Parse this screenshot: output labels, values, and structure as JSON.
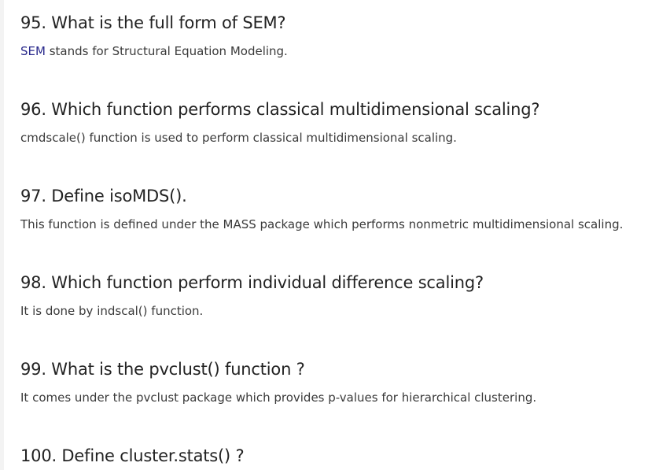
{
  "faq": [
    {
      "question": "95. What is the full form of SEM?",
      "answer_link": "SEM",
      "answer": " stands for Structural Equation Modeling."
    },
    {
      "question": "96. Which function performs classical multidimensional scaling?",
      "answer": "cmdscale() function is used to perform classical multidimensional scaling."
    },
    {
      "question": "97. Define isoMDS().",
      "answer": "This function is defined under the MASS package which performs nonmetric multidimensional scaling."
    },
    {
      "question": "98. Which function perform individual difference scaling?",
      "answer": "It is done by indscal() function."
    },
    {
      "question": "99. What is the pvclust() function ?",
      "answer": "It comes under the pvclust package which provides p-values for hierarchical clustering."
    },
    {
      "question": "100. Define cluster.stats() ?"
    }
  ],
  "colors": {
    "heading": "#222222",
    "body": "#3a3a3a",
    "link": "#2a2a8c"
  }
}
